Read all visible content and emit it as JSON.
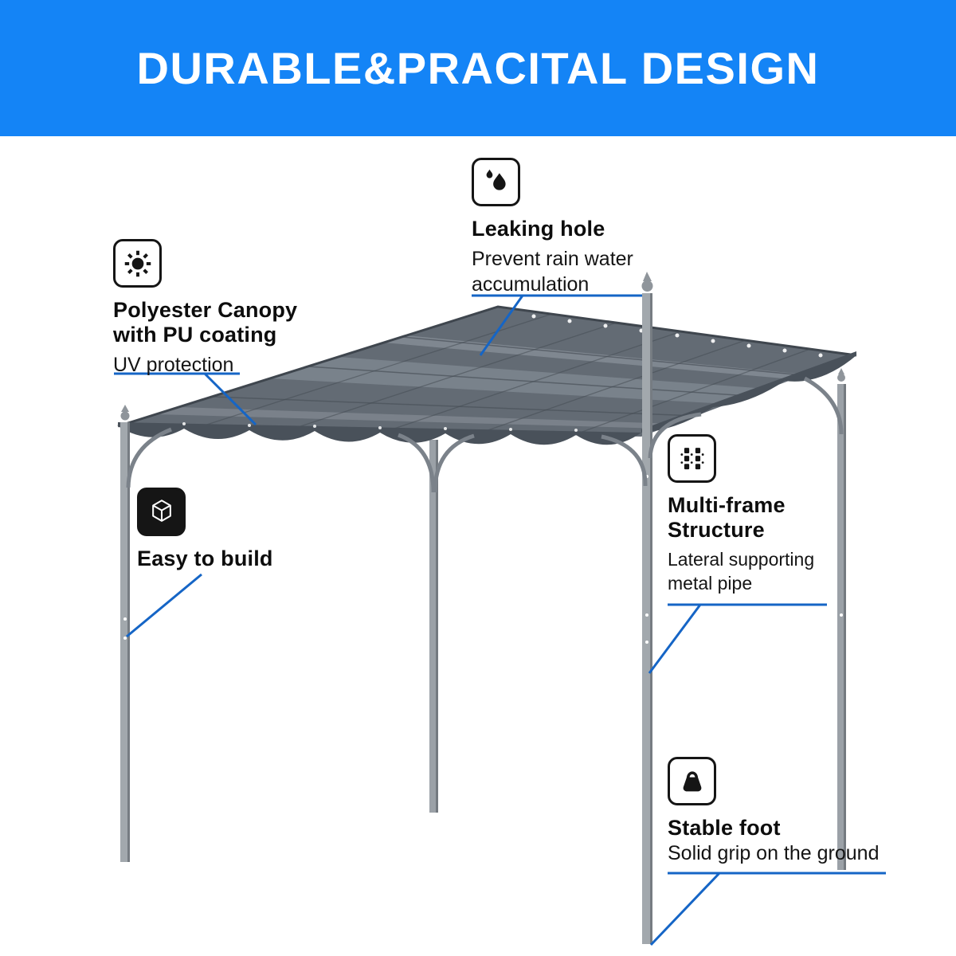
{
  "header": {
    "title": "DURABLE&PRACITAL DESIGN"
  },
  "callouts": {
    "leaking_hole": {
      "icon": "water-drops-icon",
      "title": "Leaking hole",
      "desc_line1": "Prevent rain water",
      "desc_line2": "accumulation"
    },
    "polyester_canopy": {
      "icon": "sun-icon",
      "title_line1": "Polyester Canopy",
      "title_line2": "with PU coating",
      "desc": "UV protection"
    },
    "easy_to_build": {
      "icon": "cube-icon",
      "title": "Easy to build"
    },
    "multi_frame": {
      "icon": "pipes-icon",
      "title_line1": "Multi-frame",
      "title_line2": "Structure",
      "desc_line1": "Lateral supporting",
      "desc_line2": "metal pipe"
    },
    "stable_foot": {
      "icon": "weight-icon",
      "title": "Stable foot",
      "desc": "Solid grip on the ground"
    }
  },
  "colors": {
    "header_bg": "#1484F6",
    "header_text": "#FFFFFF",
    "leader_line": "#1565C6",
    "canopy_gray": "#636B74",
    "valance_gray": "#49515A",
    "frame_gray": "#9BA1A7",
    "icon_black": "#151515"
  }
}
